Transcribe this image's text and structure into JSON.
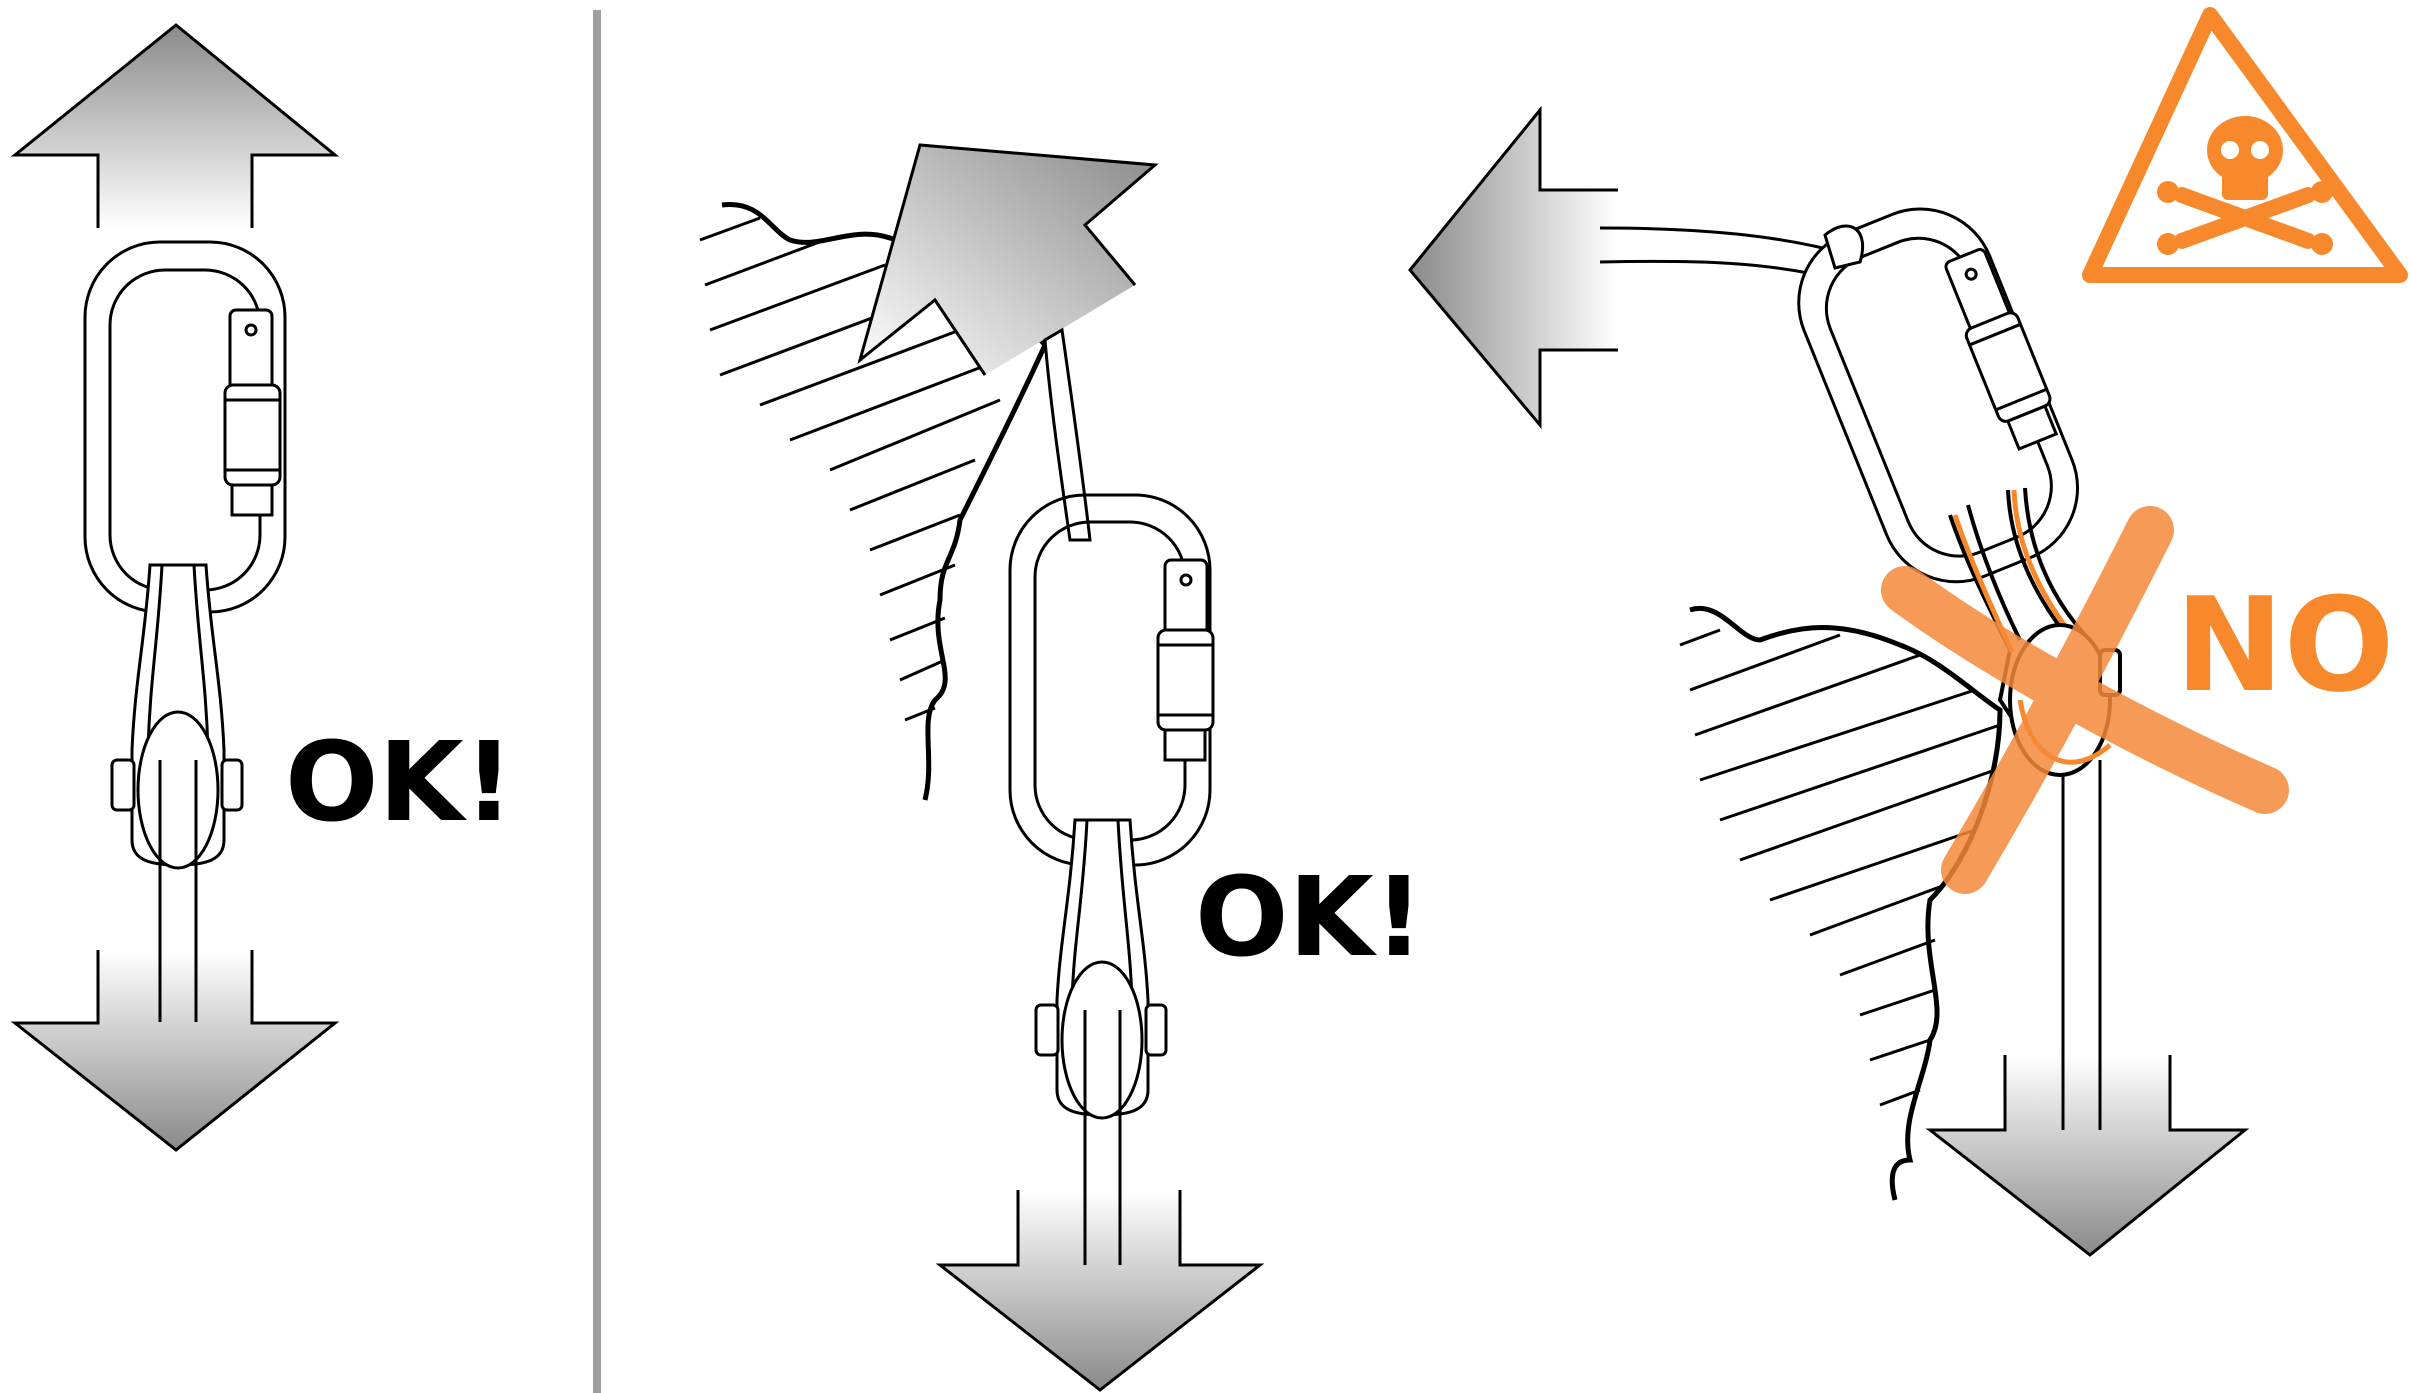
{
  "panels": [
    {
      "label": "OK!",
      "verdict": "ok"
    },
    {
      "label": "OK!",
      "verdict": "ok"
    },
    {
      "label": "NO",
      "verdict": "not-allowed"
    }
  ],
  "colors": {
    "outline": "#000000",
    "warning": "#f7892c",
    "warning_cross": "#f58a3a",
    "divider": "#9e9e9e",
    "arrow_light": "#ffffff",
    "arrow_dark": "#8a8a8a"
  },
  "icons": [
    "load-arrow-icon",
    "carabiner-icon",
    "pulley-icon",
    "rock-hatching-icon",
    "danger-skull-icon",
    "prohibited-cross-icon"
  ]
}
